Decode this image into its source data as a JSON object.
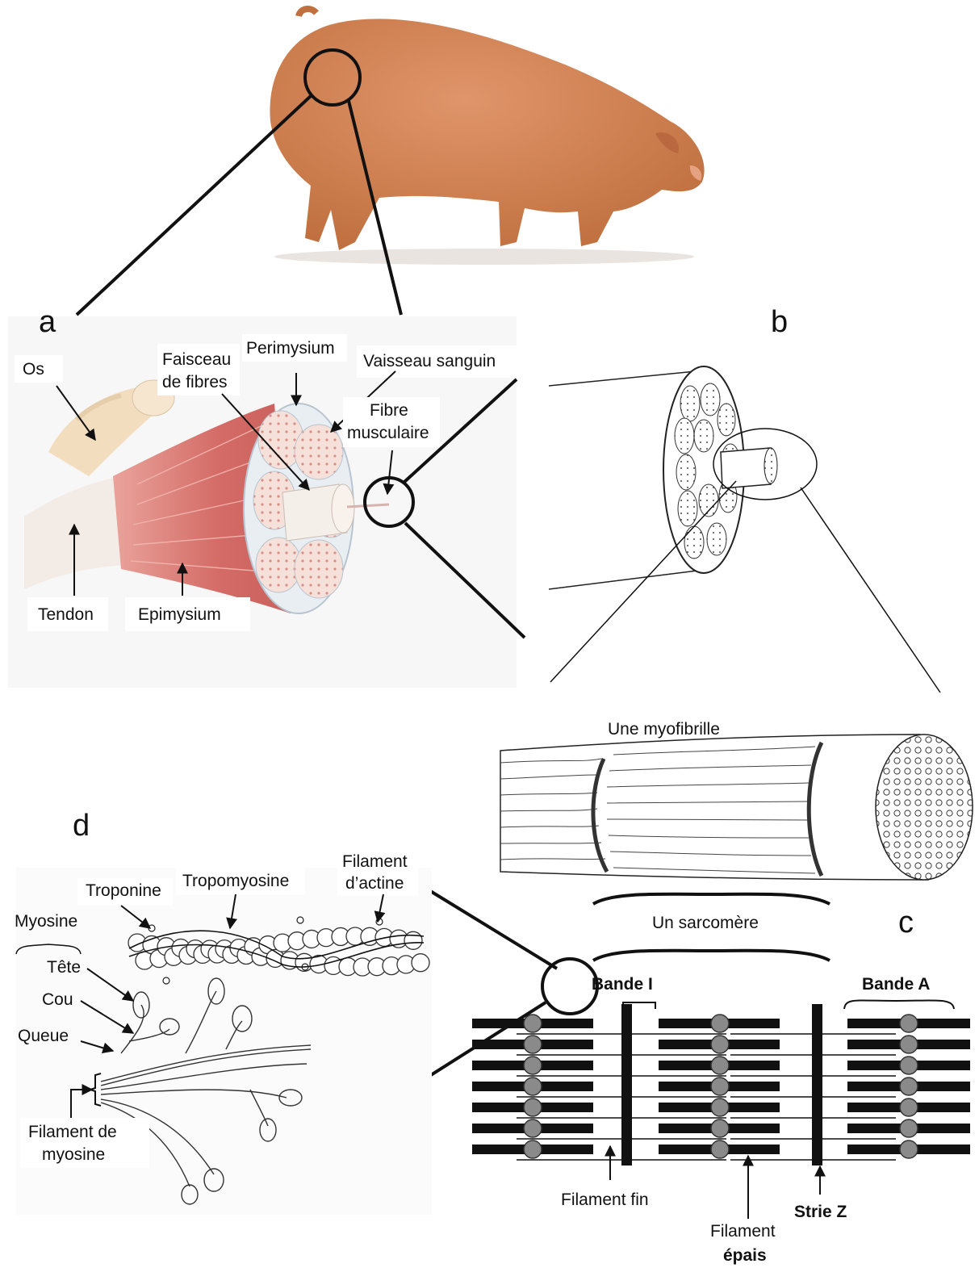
{
  "colors": {
    "pig_body": "#d58458",
    "pig_shadow": "#b9683f",
    "muscle_red": "#d9756f",
    "tendon": "#f1e4da",
    "bone": "#f3ddbf",
    "line": "#111111",
    "sarcomere_head": "#8a8a8a"
  },
  "panels": {
    "a": {
      "letter": "a",
      "labels": {
        "os": "Os",
        "faisceau": [
          "Faisceau",
          "de fibres"
        ],
        "perimysium": "Perimysium",
        "vaisseau": "Vaisseau sanguin",
        "fibre": [
          "Fibre",
          "musculaire"
        ],
        "tendon": "Tendon",
        "epimysium": "Epimysium"
      }
    },
    "b": {
      "letter": "b"
    },
    "c": {
      "letter": "c",
      "labels": {
        "myofibrille": "Une myofibrille",
        "sarcomere": "Un sarcomère",
        "bande_i": "Bande I",
        "bande_a": "Bande A",
        "filament_fin": "Filament fin",
        "filament_epais": [
          "Filament",
          "épais"
        ],
        "strie_z": "Strie Z"
      }
    },
    "d": {
      "letter": "d",
      "labels": {
        "troponine": "Troponine",
        "tropomyosine": "Tropomyosine",
        "actine": [
          "Filament",
          "d’actine"
        ],
        "myosine": "Myosine",
        "tete": "Tête",
        "cou": "Cou",
        "queue": "Queue",
        "filament_myosine": [
          "Filament de",
          "myosine"
        ]
      }
    }
  }
}
